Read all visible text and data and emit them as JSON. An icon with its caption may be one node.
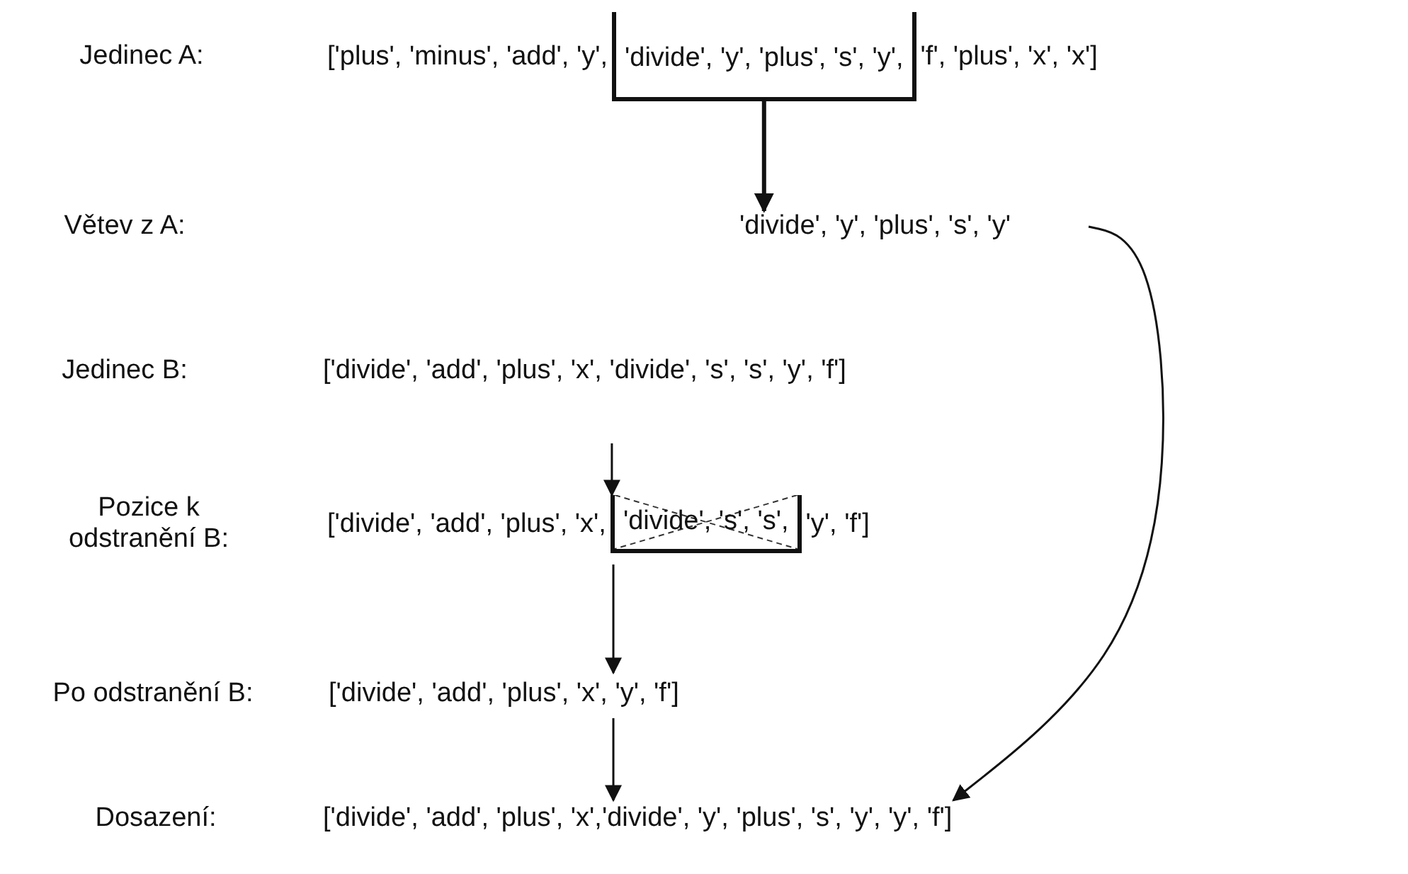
{
  "diagram": {
    "nodes": [
      {
        "text": [
          "['plus', 'minus', 'add', 'y',",
          "'f', 'plus', 'x', 'x']"
        ]
      },
      {
        "text": [
          "'divide', 'y', 'plus', 's', 'y',"
        ],
        "in": 0
      },
      {
        "text": [
          "'divide', 'y', 'plus', 's', 'y'"
        ]
      },
      {
        "text": [
          "['divide', 'add', 'plus', 'x', 'divide', 's', 's', 'y', 'f']"
        ]
      },
      {
        "text": [
          "['divide', 'add', 'plus', 'x',",
          "'y', 'f']"
        ]
      },
      {
        "text": [
          "'divide', 's', 's',"
        ],
        "in": 4
      },
      {
        "text": [
          "['divide', 'add', 'plus', 'x', 'y', 'f']"
        ]
      },
      {
        "text": [
          "['divide', 'add', 'plus', 'x','divide', 'y', 'plus', 's', 'y', 'y', 'f']"
        ]
      }
    ],
    "edges": [
      {
        "from": 1,
        "to": 2,
        "arrow": "to",
        "style": "thick"
      },
      {
        "from": 2,
        "to": 7,
        "arrow": "to"
      },
      {
        "from": 3,
        "to": 5,
        "arrow": "to"
      },
      {
        "from": 4,
        "to": 6,
        "arrow": "to"
      },
      {
        "from": 6,
        "to": 7,
        "arrow": "to"
      }
    ],
    "labels": [
      "Jedinec A:",
      "Větev z A:",
      "Jedinec B:",
      "Pozice k odstranění B:",
      "Po odstranění B:",
      "Dosazení:"
    ]
  }
}
